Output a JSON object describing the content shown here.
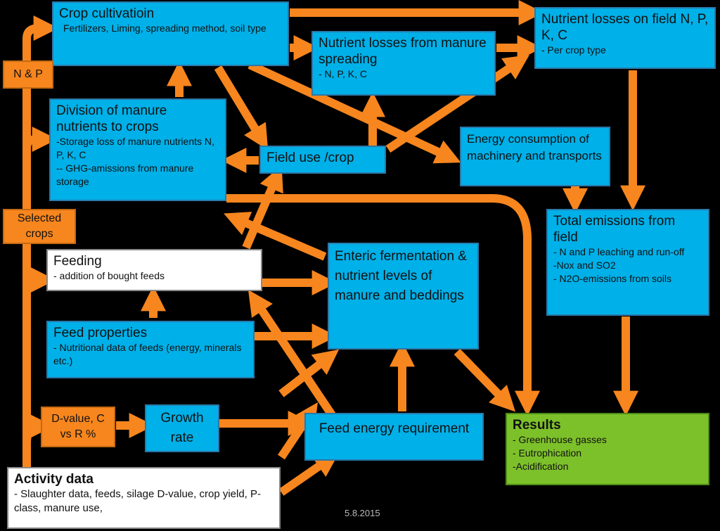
{
  "nodes": {
    "crop_cultivation": {
      "title": "Crop cultivatioin",
      "sub": "Fertilizers, Liming, spreading method, soil type"
    },
    "nutrient_losses_field": {
      "title": "Nutrient losses on field N, P, K, C",
      "sub": "- Per crop type"
    },
    "nutrient_losses_spreading": {
      "title": "Nutrient losses from manure spreading",
      "sub": "- N, P, K, C"
    },
    "division_manure": {
      "title": "Division of manure nutrients to crops",
      "sub": "-Storage loss of manure nutrients N, P, K, C",
      "sub2": "-- GHG-amissions from manure storage"
    },
    "field_use": {
      "title": "Field use /crop"
    },
    "energy_consumption": {
      "title": "Energy consumption of machinery and transports"
    },
    "total_emissions": {
      "title": "Total emissions from field",
      "items": [
        "- N and P leaching and run-off",
        "-Nox and SO2",
        "- N2O-emissions from soils"
      ]
    },
    "feeding": {
      "title": "Feeding",
      "sub": "- addition of bought feeds"
    },
    "enteric": {
      "title": "Enteric fermentation & nutrient levels of manure and beddings"
    },
    "feed_properties": {
      "title": "Feed properties",
      "sub": "- Nutritional data of feeds (energy, minerals etc.)"
    },
    "growth_rate": {
      "title": "Growth rate"
    },
    "feed_energy": {
      "title": "Feed energy requirement"
    },
    "results": {
      "title": "Results",
      "items": [
        "- Greenhouse gasses",
        "- Eutrophication",
        "-Acidification"
      ]
    },
    "activity_data": {
      "title": "Activity data",
      "sub": "- Slaughter data, feeds, silage D-value, crop yield, P-class, manure use,"
    },
    "n_p": {
      "title": "N & P"
    },
    "selected_crops": {
      "title": "Selected crops"
    },
    "d_value": {
      "title": "D-value, C vs R %"
    }
  },
  "footer": {
    "date": "5.8.2015"
  },
  "colors": {
    "arrow": "#f7861e",
    "box_blue": "#00b0e8",
    "box_green": "#7dc12a",
    "box_white": "#ffffff"
  }
}
